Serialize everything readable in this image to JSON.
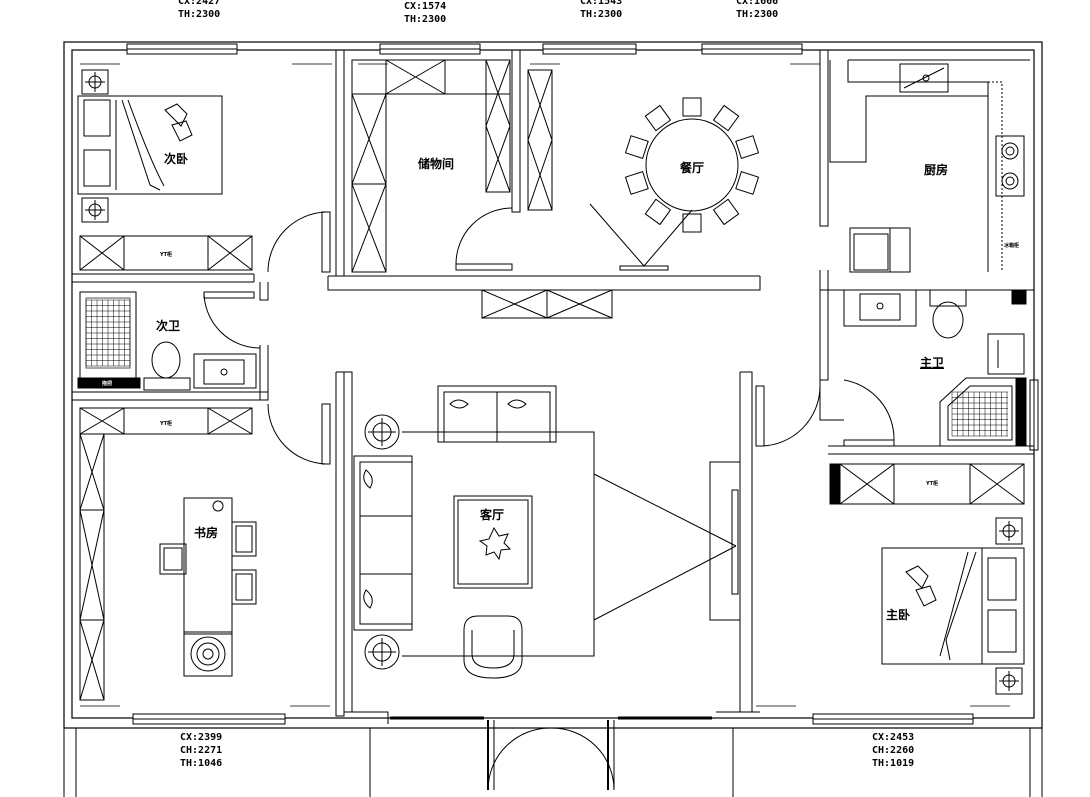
{
  "rooms": {
    "second_bedroom": "次卧",
    "cloakroom": "储物间",
    "dining": "餐厅",
    "kitchen": "厨房",
    "second_bath": "次卫",
    "master_bath": "主卫",
    "study": "书房",
    "living": "客厅",
    "master_bedroom": "主卧"
  },
  "dimensions": {
    "top_1": [
      "CX:2427",
      "TH:2300"
    ],
    "top_2": [
      "CX:1574",
      "TH:2300"
    ],
    "top_3": [
      "CX:1543",
      "TH:2300"
    ],
    "top_4": [
      "CX:1666",
      "TH:2300"
    ],
    "bottom_left": [
      "CX:2399",
      "CH:2271",
      "TH:1046"
    ],
    "bottom_right": [
      "CX:2453",
      "CH:2260",
      "TH:1019"
    ]
  },
  "tags": {
    "wardrobe_a": "YT柜",
    "wardrobe_b": "YT柜",
    "wardrobe_c": "YT柜",
    "kitchen_side": "冰箱柜",
    "bath_small": "拖把"
  }
}
